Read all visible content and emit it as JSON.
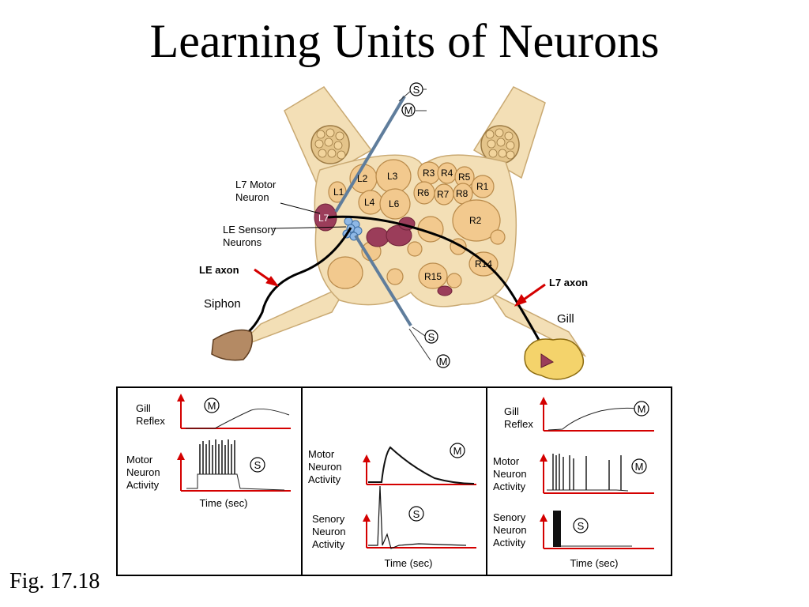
{
  "title": "Learning Units of Neurons",
  "figure_caption": "Fig. 17.18",
  "diagram": {
    "cell_labels": [
      "L1",
      "L2",
      "L3",
      "L4",
      "L6",
      "L7",
      "R3",
      "R4",
      "R5",
      "R6",
      "R7",
      "R8",
      "R1",
      "R2",
      "R14",
      "R15"
    ],
    "annotations": {
      "l7_motor_neuron": [
        "L7 Motor",
        "Neuron"
      ],
      "le_sensory_neurons": [
        "LE Sensory",
        "Neurons"
      ],
      "le_axon": "LE axon",
      "l7_axon": "L7 axon",
      "siphon": "Siphon",
      "gill": "Gill"
    },
    "electrode_marks": {
      "s": "S",
      "m": "M"
    }
  },
  "panels": [
    {
      "traces": [
        {
          "label": [
            "Gill",
            "Reflex"
          ],
          "marker": "M"
        },
        {
          "label": [
            "Motor",
            "Neuron",
            "Activity"
          ],
          "marker": "S"
        }
      ],
      "time_label": "Time (sec)"
    },
    {
      "traces": [
        {
          "label": [
            "Motor",
            "Neuron",
            "Activity"
          ],
          "marker": "M"
        },
        {
          "label": [
            "Senory",
            "Neuron",
            "Activity"
          ],
          "marker": "S"
        }
      ],
      "time_label": "Time (sec)"
    },
    {
      "traces": [
        {
          "label": [
            "Gill",
            "Reflex"
          ],
          "marker": "M"
        },
        {
          "label": [
            "Motor",
            "Neuron",
            "Activity"
          ],
          "marker": "M"
        },
        {
          "label": [
            "Senory",
            "Neuron",
            "Activity"
          ],
          "marker": "S"
        }
      ],
      "time_label": "Time (sec)"
    }
  ],
  "colors": {
    "background": "#ffffff",
    "ganglion": "#f3dfb6",
    "neuron_fill": "#f2c98e",
    "neuron_stroke": "#b98a4a",
    "lesion": "#9b3d5a",
    "sensory": "#8fb8e6",
    "electrode": "#5f7d9c",
    "axis": "#d40000",
    "arrow": "#d40000",
    "siphon": "#b48a64",
    "gill": "#f4d36b"
  }
}
